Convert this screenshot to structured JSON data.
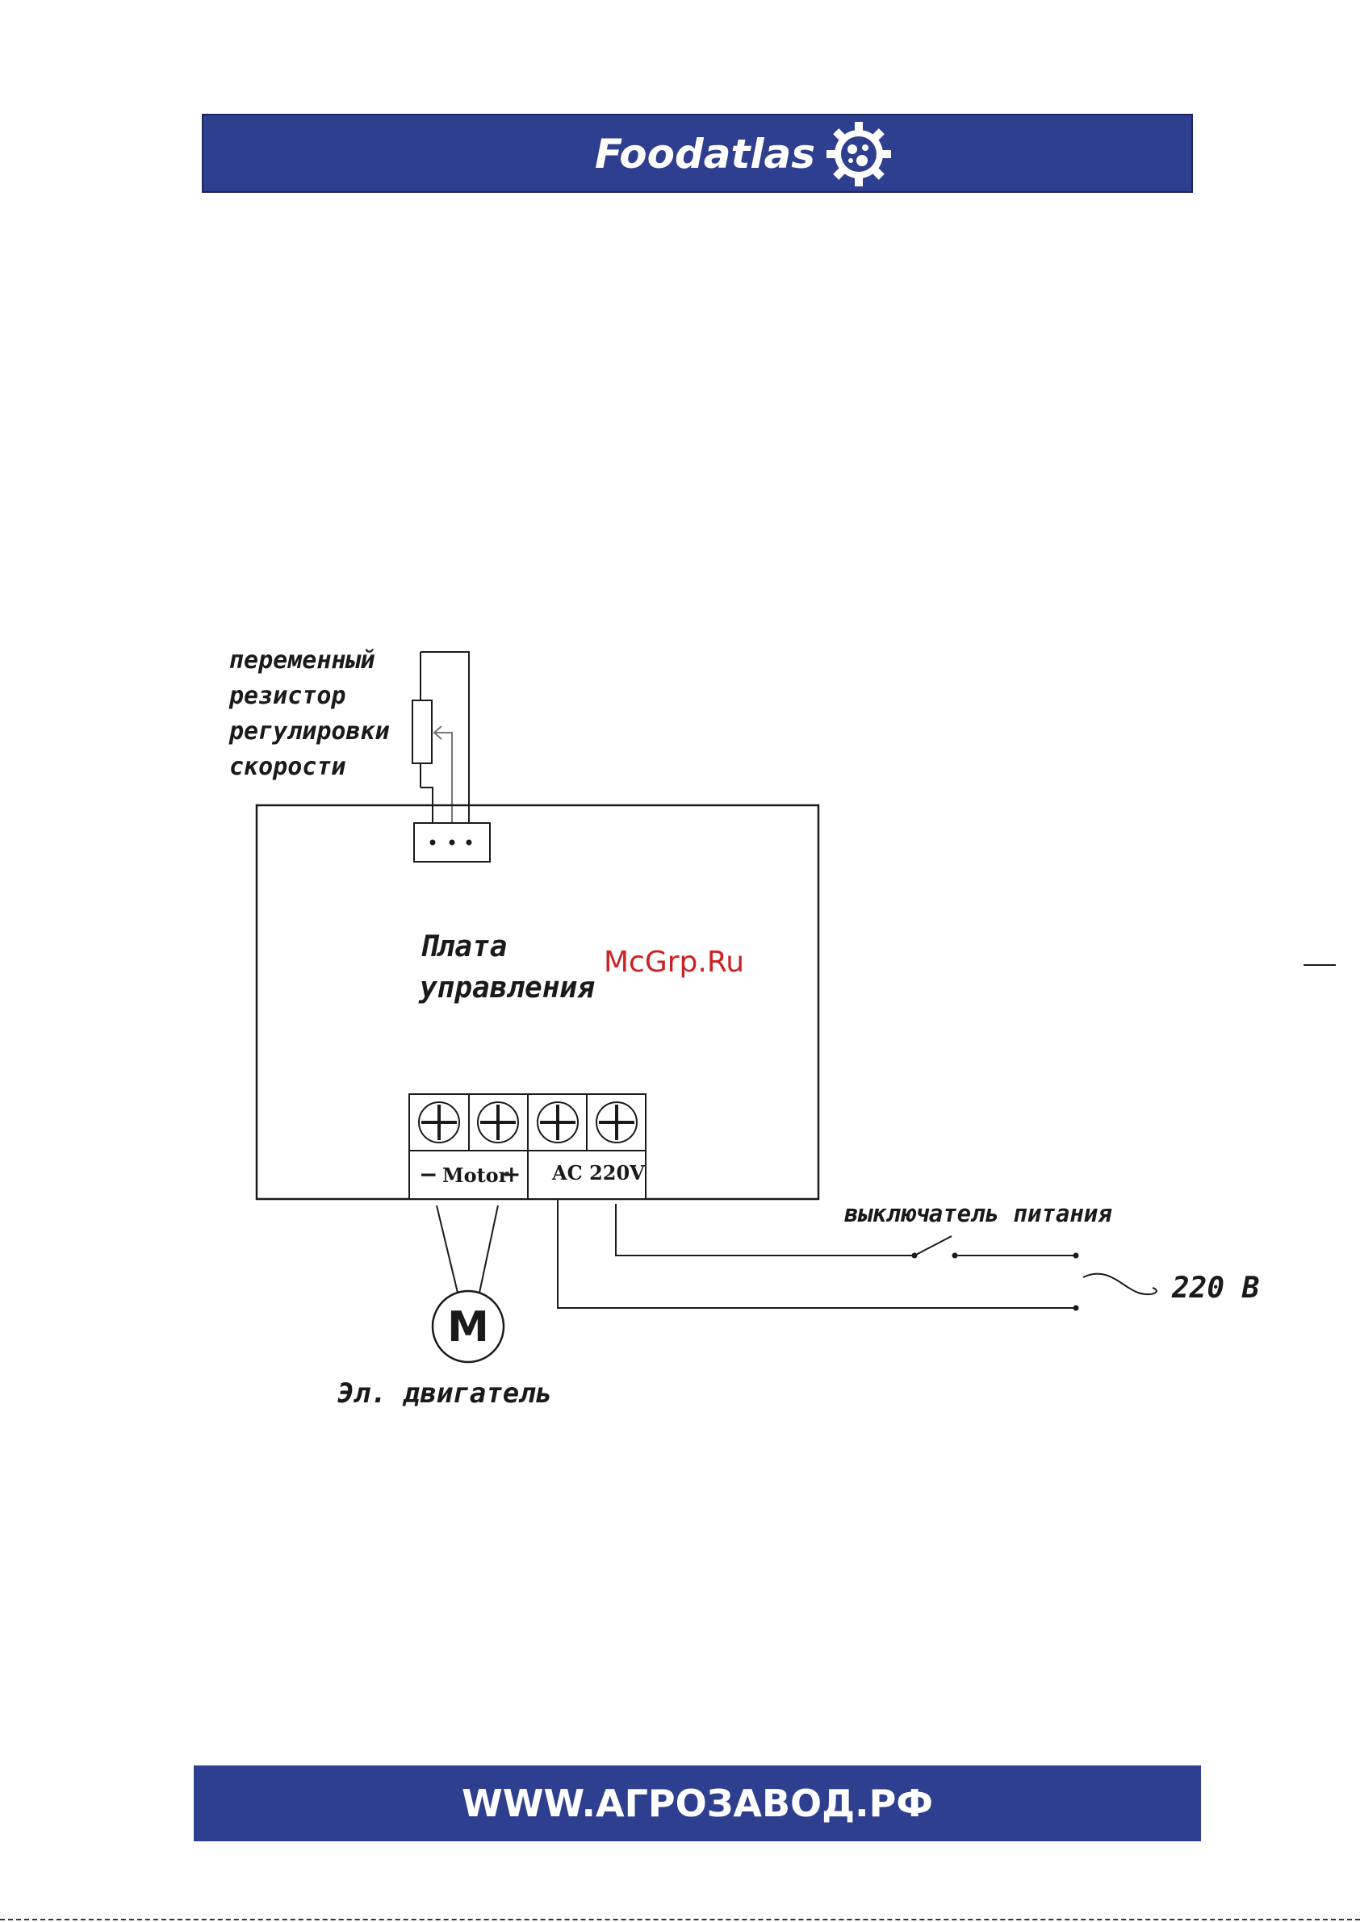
{
  "header": {
    "brand": "Foodatlas",
    "logo_icon": "gear-icon"
  },
  "footer": {
    "url": "WWW.АГРОЗАВОД.РФ"
  },
  "watermark": "McGrp.Ru",
  "diagram": {
    "resistor_label": [
      "переменный",
      "резистор",
      "регулировки",
      "скорости"
    ],
    "board_label": [
      "Плата",
      "управления"
    ],
    "motor_terminal_label": "Motor",
    "motor_minus": "−",
    "motor_plus": "+",
    "ac_terminal_label": "AC 220V",
    "switch_label": "выключатель питания",
    "supply_label": "220 В",
    "motor_symbol": "M",
    "motor_label": "Эл. двигатель"
  },
  "colors": {
    "banner": "#2f3f8f",
    "line": "#1a1a1a",
    "watermark": "#cc2222"
  }
}
